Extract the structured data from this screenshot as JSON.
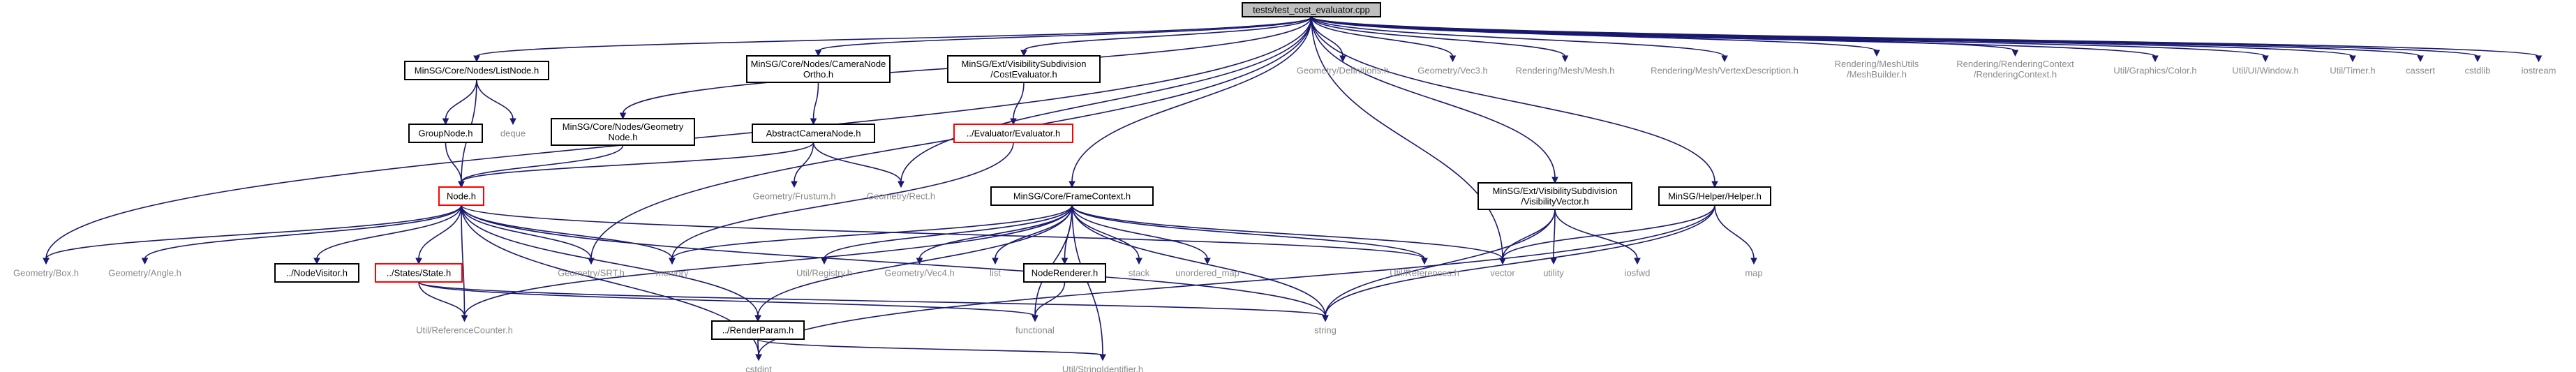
{
  "diagram": {
    "root": "tests/test_cost_evaluator.cpp",
    "nodes": [
      {
        "id": "root",
        "lines": [
          "tests/test_cost_evaluator.cpp"
        ],
        "kind": "root"
      },
      {
        "id": "listnode",
        "lines": [
          "MinSG/Core/Nodes/ListNode.h"
        ],
        "kind": "box"
      },
      {
        "id": "cameraortho",
        "lines": [
          "MinSG/Core/Nodes/CameraNode",
          "Ortho.h"
        ],
        "kind": "box"
      },
      {
        "id": "costeval",
        "lines": [
          "MinSG/Ext/VisibilitySubdivision",
          "/CostEvaluator.h"
        ],
        "kind": "box"
      },
      {
        "id": "geomdefs",
        "lines": [
          "Geometry/Definitions.h"
        ],
        "kind": "ext"
      },
      {
        "id": "vec3",
        "lines": [
          "Geometry/Vec3.h"
        ],
        "kind": "ext"
      },
      {
        "id": "mesh",
        "lines": [
          "Rendering/Mesh/Mesh.h"
        ],
        "kind": "ext"
      },
      {
        "id": "vertexdesc",
        "lines": [
          "Rendering/Mesh/VertexDescription.h"
        ],
        "kind": "ext"
      },
      {
        "id": "meshbuilder",
        "lines": [
          "Rendering/MeshUtils",
          "/MeshBuilder.h"
        ],
        "kind": "ext"
      },
      {
        "id": "renderctx",
        "lines": [
          "Rendering/RenderingContext",
          "/RenderingContext.h"
        ],
        "kind": "ext"
      },
      {
        "id": "color",
        "lines": [
          "Util/Graphics/Color.h"
        ],
        "kind": "ext"
      },
      {
        "id": "window",
        "lines": [
          "Util/UI/Window.h"
        ],
        "kind": "ext"
      },
      {
        "id": "timer",
        "lines": [
          "Util/Timer.h"
        ],
        "kind": "ext"
      },
      {
        "id": "cassert",
        "lines": [
          "cassert"
        ],
        "kind": "ext"
      },
      {
        "id": "cstdlib",
        "lines": [
          "cstdlib"
        ],
        "kind": "ext"
      },
      {
        "id": "iostream",
        "lines": [
          "iostream"
        ],
        "kind": "ext"
      },
      {
        "id": "groupnode",
        "lines": [
          "GroupNode.h"
        ],
        "kind": "box"
      },
      {
        "id": "deque",
        "lines": [
          "deque"
        ],
        "kind": "ext"
      },
      {
        "id": "geomnode",
        "lines": [
          "MinSG/Core/Nodes/Geometry",
          "Node.h"
        ],
        "kind": "box"
      },
      {
        "id": "abscam",
        "lines": [
          "AbstractCameraNode.h"
        ],
        "kind": "box"
      },
      {
        "id": "evaluator",
        "lines": [
          "../Evaluator/Evaluator.h"
        ],
        "kind": "red"
      },
      {
        "id": "framectx",
        "lines": [
          "MinSG/Core/FrameContext.h"
        ],
        "kind": "box"
      },
      {
        "id": "visvector",
        "lines": [
          "MinSG/Ext/VisibilitySubdivision",
          "/VisibilityVector.h"
        ],
        "kind": "box"
      },
      {
        "id": "helper",
        "lines": [
          "MinSG/Helper/Helper.h"
        ],
        "kind": "box"
      },
      {
        "id": "node",
        "lines": [
          "Node.h"
        ],
        "kind": "red"
      },
      {
        "id": "frustum",
        "lines": [
          "Geometry/Frustum.h"
        ],
        "kind": "ext"
      },
      {
        "id": "rect",
        "lines": [
          "Geometry/Rect.h"
        ],
        "kind": "ext"
      },
      {
        "id": "box",
        "lines": [
          "Geometry/Box.h"
        ],
        "kind": "ext"
      },
      {
        "id": "angle",
        "lines": [
          "Geometry/Angle.h"
        ],
        "kind": "ext"
      },
      {
        "id": "nodevisitor",
        "lines": [
          "../NodeVisitor.h"
        ],
        "kind": "box"
      },
      {
        "id": "state",
        "lines": [
          "../States/State.h"
        ],
        "kind": "red"
      },
      {
        "id": "srt",
        "lines": [
          "Geometry/SRT.h"
        ],
        "kind": "ext"
      },
      {
        "id": "memory",
        "lines": [
          "memory"
        ],
        "kind": "ext"
      },
      {
        "id": "registry",
        "lines": [
          "Util/Registry.h"
        ],
        "kind": "ext"
      },
      {
        "id": "vec4",
        "lines": [
          "Geometry/Vec4.h"
        ],
        "kind": "ext"
      },
      {
        "id": "list",
        "lines": [
          "list"
        ],
        "kind": "ext"
      },
      {
        "id": "noderenderer",
        "lines": [
          "NodeRenderer.h"
        ],
        "kind": "box"
      },
      {
        "id": "stack",
        "lines": [
          "stack"
        ],
        "kind": "ext"
      },
      {
        "id": "unorderedmap",
        "lines": [
          "unordered_map"
        ],
        "kind": "ext"
      },
      {
        "id": "references",
        "lines": [
          "Util/References.h"
        ],
        "kind": "ext"
      },
      {
        "id": "vector",
        "lines": [
          "vector"
        ],
        "kind": "ext"
      },
      {
        "id": "utility",
        "lines": [
          "utility"
        ],
        "kind": "ext"
      },
      {
        "id": "iosfwd",
        "lines": [
          "iosfwd"
        ],
        "kind": "ext"
      },
      {
        "id": "map",
        "lines": [
          "map"
        ],
        "kind": "ext"
      },
      {
        "id": "refcounter",
        "lines": [
          "Util/ReferenceCounter.h"
        ],
        "kind": "ext"
      },
      {
        "id": "renderparam",
        "lines": [
          "../RenderParam.h"
        ],
        "kind": "box"
      },
      {
        "id": "functional",
        "lines": [
          "functional"
        ],
        "kind": "ext"
      },
      {
        "id": "string",
        "lines": [
          "string"
        ],
        "kind": "ext"
      },
      {
        "id": "cstdint",
        "lines": [
          "cstdint"
        ],
        "kind": "ext"
      },
      {
        "id": "stringid",
        "lines": [
          "Util/StringIdentifier.h"
        ],
        "kind": "ext"
      }
    ],
    "edges": [
      [
        "root",
        "listnode"
      ],
      [
        "root",
        "cameraortho"
      ],
      [
        "root",
        "costeval"
      ],
      [
        "root",
        "geomdefs"
      ],
      [
        "root",
        "vec3"
      ],
      [
        "root",
        "mesh"
      ],
      [
        "root",
        "vertexdesc"
      ],
      [
        "root",
        "meshbuilder"
      ],
      [
        "root",
        "renderctx"
      ],
      [
        "root",
        "color"
      ],
      [
        "root",
        "window"
      ],
      [
        "root",
        "timer"
      ],
      [
        "root",
        "cassert"
      ],
      [
        "root",
        "cstdlib"
      ],
      [
        "root",
        "iostream"
      ],
      [
        "root",
        "geomnode"
      ],
      [
        "root",
        "framectx"
      ],
      [
        "root",
        "visvector"
      ],
      [
        "root",
        "helper"
      ],
      [
        "root",
        "box"
      ],
      [
        "root",
        "srt"
      ],
      [
        "root",
        "rect"
      ],
      [
        "root",
        "vector"
      ],
      [
        "listnode",
        "groupnode"
      ],
      [
        "listnode",
        "deque"
      ],
      [
        "listnode",
        "node"
      ],
      [
        "groupnode",
        "node"
      ],
      [
        "geomnode",
        "node"
      ],
      [
        "cameraortho",
        "abscam"
      ],
      [
        "abscam",
        "node"
      ],
      [
        "abscam",
        "frustum"
      ],
      [
        "abscam",
        "rect"
      ],
      [
        "costeval",
        "evaluator"
      ],
      [
        "evaluator",
        "memory"
      ],
      [
        "node",
        "box"
      ],
      [
        "node",
        "angle"
      ],
      [
        "node",
        "nodevisitor"
      ],
      [
        "node",
        "state"
      ],
      [
        "node",
        "srt"
      ],
      [
        "node",
        "memory"
      ],
      [
        "node",
        "refcounter"
      ],
      [
        "node",
        "renderparam"
      ],
      [
        "node",
        "string"
      ],
      [
        "node",
        "references"
      ],
      [
        "node",
        "cstdint"
      ],
      [
        "state",
        "refcounter"
      ],
      [
        "state",
        "functional"
      ],
      [
        "state",
        "string"
      ],
      [
        "framectx",
        "memory"
      ],
      [
        "framectx",
        "registry"
      ],
      [
        "framectx",
        "vec4"
      ],
      [
        "framectx",
        "list"
      ],
      [
        "framectx",
        "noderenderer"
      ],
      [
        "framectx",
        "stack"
      ],
      [
        "framectx",
        "unorderedmap"
      ],
      [
        "framectx",
        "references"
      ],
      [
        "framectx",
        "vector"
      ],
      [
        "framectx",
        "refcounter"
      ],
      [
        "framectx",
        "renderparam"
      ],
      [
        "framectx",
        "functional"
      ],
      [
        "framectx",
        "string"
      ],
      [
        "framectx",
        "stringid"
      ],
      [
        "noderenderer",
        "functional"
      ],
      [
        "renderparam",
        "cstdint"
      ],
      [
        "renderparam",
        "stringid"
      ],
      [
        "visvector",
        "vector"
      ],
      [
        "visvector",
        "utility"
      ],
      [
        "visvector",
        "iosfwd"
      ],
      [
        "visvector",
        "string"
      ],
      [
        "helper",
        "vector"
      ],
      [
        "helper",
        "map"
      ],
      [
        "helper",
        "string"
      ],
      [
        "helper",
        "cstdint"
      ]
    ]
  }
}
